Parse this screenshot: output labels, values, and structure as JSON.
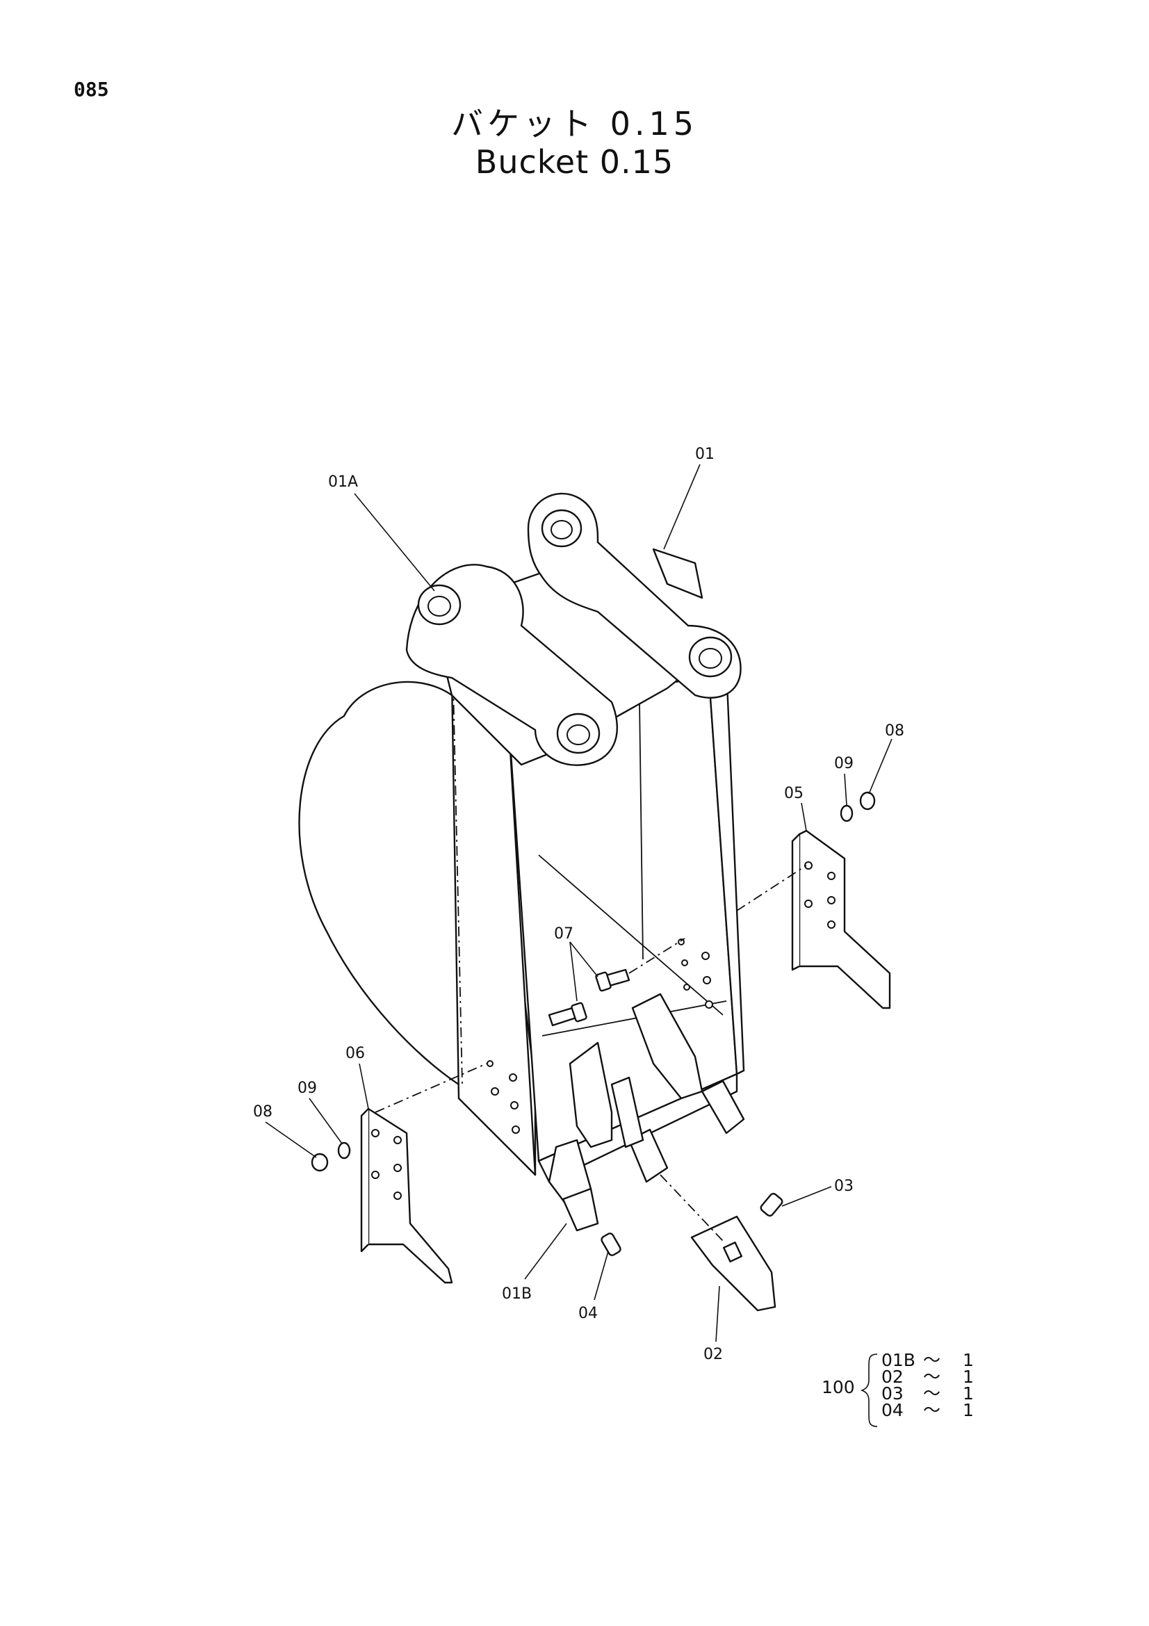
{
  "page_number": "085",
  "title": {
    "japanese": "バケット 0.15",
    "english": "Bucket 0.15"
  },
  "callouts": {
    "c01": "01",
    "c01a": "01A",
    "c01b": "01B",
    "c02": "02",
    "c03": "03",
    "c04": "04",
    "c05": "05",
    "c06": "06",
    "c07": "07",
    "c08_right": "08",
    "c09_right": "09",
    "c08_left": "08",
    "c09_left": "09"
  },
  "kit": {
    "number": "100",
    "items": [
      {
        "part": "01B",
        "qty": "1"
      },
      {
        "part": "02",
        "qty": "1"
      },
      {
        "part": "03",
        "qty": "1"
      },
      {
        "part": "04",
        "qty": "1"
      }
    ]
  }
}
